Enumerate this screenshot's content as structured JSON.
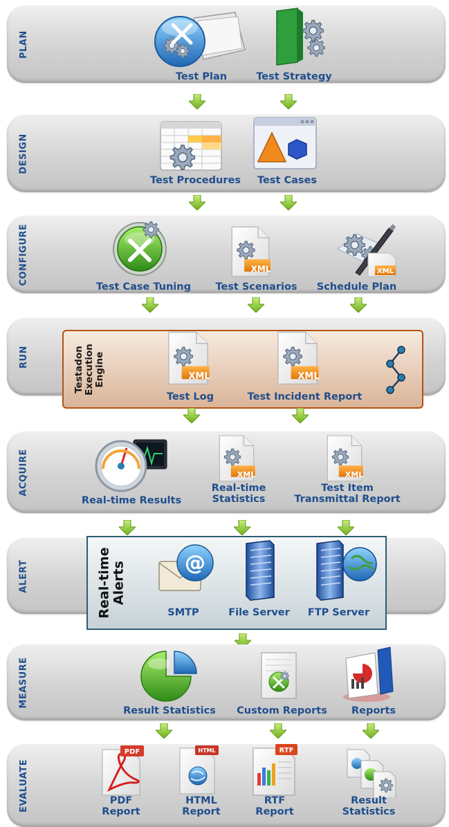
{
  "stages": [
    {
      "label": "PLAN",
      "items": [
        "Test Plan",
        "Test Strategy"
      ]
    },
    {
      "label": "DESIGN",
      "items": [
        "Test Procedures",
        "Test Cases"
      ]
    },
    {
      "label": "CONFIGURE",
      "items": [
        "Test Case Tuning",
        "Test Scenarios",
        "Schedule Plan"
      ]
    },
    {
      "label": "RUN",
      "items": [
        "Test Log",
        "Test Incident Report"
      ]
    },
    {
      "label": "ACQUIRE",
      "items": [
        "Real-time Results",
        "Real-time Statistics",
        "Test Item Transmittal Report"
      ]
    },
    {
      "label": "ALERT",
      "items": [
        "SMTP",
        "File Server",
        "FTP Server"
      ]
    },
    {
      "label": "MEASURE",
      "items": [
        "Result Statistics",
        "Custom Reports",
        "Reports"
      ]
    },
    {
      "label": "EVALUATE",
      "items": [
        "PDF Report",
        "HTML Report",
        "RTF Report",
        "Result Statistics"
      ]
    }
  ],
  "run_engine": {
    "line1": "Testadon",
    "line2": "Execution",
    "line3": "Engine"
  },
  "alert_box": {
    "line1": "Real-time",
    "line2": "Alerts"
  },
  "acquire_captions": {
    "stats_line1": "Real-time",
    "stats_line2": "Statistics",
    "transmittal_line1": "Test Item",
    "transmittal_line2": "Transmittal Report"
  },
  "evaluate_captions": {
    "pdf_line1": "PDF",
    "pdf_line2": "Report",
    "html_line1": "HTML",
    "html_line2": "Report",
    "rtf_line1": "RTF",
    "rtf_line2": "Report",
    "stats_line1": "Result",
    "stats_line2": "Statistics"
  },
  "file_tags": {
    "xml": "XML",
    "pdf": "PDF",
    "html": "HTML",
    "rtf": "RTF"
  },
  "colors": {
    "caption": "#1f4e8c",
    "arrow": "#8cc63f",
    "stage_bg": "#d6d6d6",
    "engine_border": "#b3530f",
    "alert_border": "#2d5d6f"
  }
}
